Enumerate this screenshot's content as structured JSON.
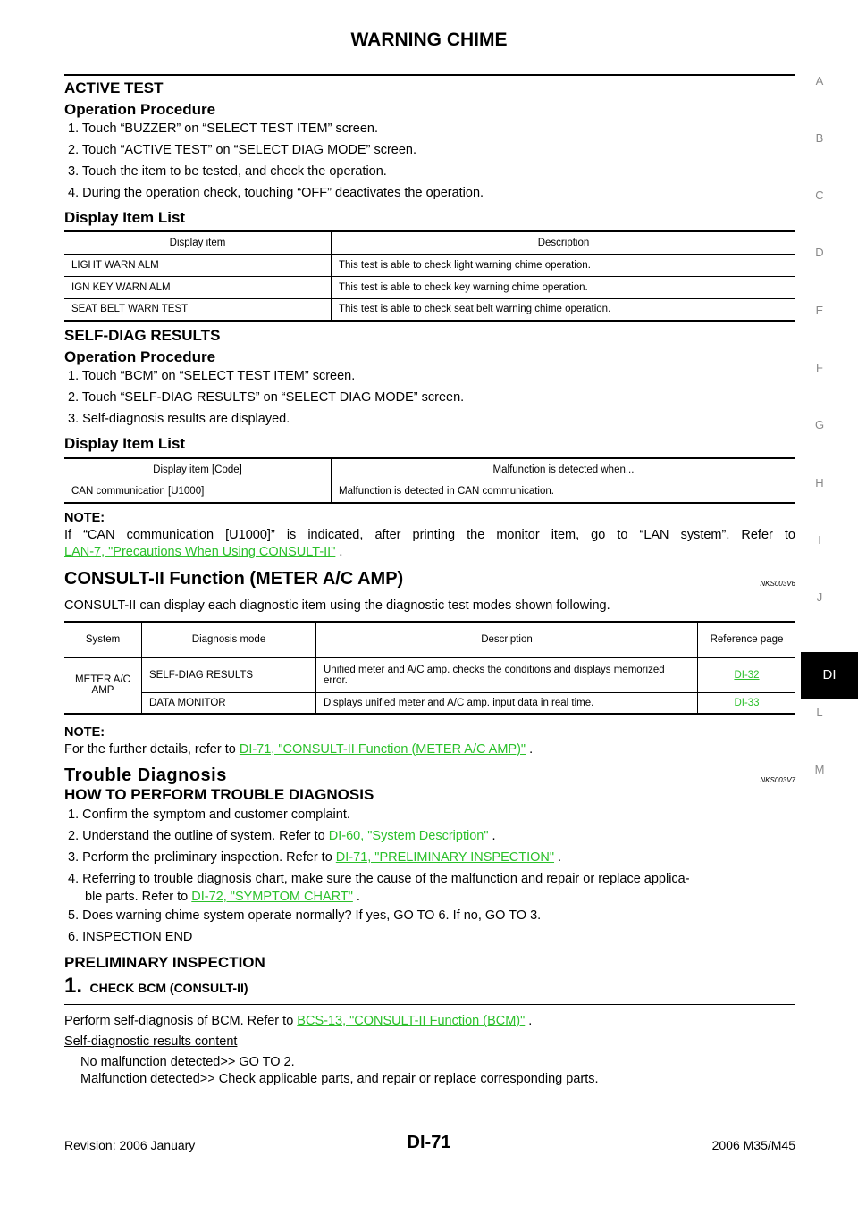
{
  "header": {
    "title": "WARNING CHIME"
  },
  "side_index": [
    "A",
    "B",
    "C",
    "D",
    "E",
    "F",
    "G",
    "H",
    "I",
    "J",
    "DI",
    "L",
    "M"
  ],
  "active_test": {
    "heading": "ACTIVE TEST",
    "proc_heading": "Operation Procedure",
    "steps": [
      "1.  Touch “BUZZER” on “SELECT TEST ITEM” screen.",
      "2.  Touch “ACTIVE  TEST” on “SELECT  DIAG  MODE” screen.",
      "3.  Touch the item to be tested, and check the operation.",
      "4.  During the operation check, touching “OFF” deactivates the operation."
    ],
    "list_heading": "Display Item List",
    "table": {
      "headers": [
        "Display item",
        "Description"
      ],
      "rows": [
        [
          "LIGHT WARN ALM",
          "This test is able to check light warning chime operation."
        ],
        [
          "IGN KEY WARN ALM",
          "This test is able to check key warning chime operation."
        ],
        [
          "SEAT BELT WARN TEST",
          "This test is able to check seat belt warning chime operation."
        ]
      ]
    }
  },
  "self_diag": {
    "heading": "SELF-DIAG RESULTS",
    "proc_heading": "Operation Procedure",
    "steps": [
      "1.  Touch “BCM” on “SELECT TEST ITEM” screen.",
      "2.  Touch “SELF-DIAG RESULTS” on “SELECT DIAG MODE” screen.",
      "3.  Self-diagnosis results are displayed."
    ],
    "list_heading": "Display Item List",
    "table": {
      "headers": [
        "Display item [Code]",
        "Malfunction is detected when..."
      ],
      "rows": [
        [
          "CAN communication [U1000]",
          "Malfunction is detected in CAN communication."
        ]
      ]
    },
    "note_label": "NOTE:",
    "note_text": "If “CAN communication [U1000]” is indicated, after printing the monitor item, go to “LAN system”. Refer to",
    "note_link": "LAN-7, \"Precautions When Using CONSULT-II\"",
    "note_end": " ."
  },
  "consult": {
    "heading": "CONSULT-II Function (METER A/C AMP)",
    "code": "NKS003V6",
    "intro": "CONSULT-II can display each diagnostic item using the diagnostic test modes shown following.",
    "table": {
      "headers": [
        "System",
        "Diagnosis mode",
        "Description",
        "Reference page"
      ],
      "system": "METER A/C AMP",
      "rows": [
        [
          "SELF-DIAG RESULTS",
          "Unified meter and A/C amp. checks the conditions and displays memorized error.",
          "DI-32"
        ],
        [
          "DATA MONITOR",
          "Displays unified meter and A/C amp. input data in real time.",
          "DI-33"
        ]
      ]
    },
    "note_label": "NOTE:",
    "note_text": "For the further details, refer to ",
    "note_link": "DI-71, \"CONSULT-II Function (METER A/C AMP)\"",
    "note_end": " ."
  },
  "trouble": {
    "heading": "Trouble Diagnosis",
    "code": "NKS003V7",
    "subheading": "HOW TO PERFORM TROUBLE DIAGNOSIS",
    "step1": "1.  Confirm the symptom and customer complaint.",
    "step2": "2.  Understand the outline of system. Refer to ",
    "step2_link": "DI-60, \"System Description\"",
    "step3": "3.  Perform the preliminary inspection. Refer to ",
    "step3_link": "DI-71, \"PRELIMINARY INSPECTION\"",
    "step4a": "4.  Referring to trouble diagnosis chart, make sure the cause of the malfunction and repair or replace applica-",
    "step4b": "ble parts. Refer to ",
    "step4_link": "DI-72, \"SYMPTOM CHART\"",
    "step5": "5.  Does warning chime system operate normally? If yes, GO TO 6. If no, GO TO 3.",
    "step6": "6.  INSPECTION END",
    "end": " ."
  },
  "prelim": {
    "heading": "PRELIMINARY INSPECTION",
    "step_no": "1.",
    "step_title": "CHECK BCM (CONSULT-II)",
    "text": "Perform self-diagnosis of BCM. Refer to ",
    "link": "BCS-13, \"CONSULT-II Function (BCM)\"",
    "end": " .",
    "results_label": "Self-diagnostic results content",
    "result_ok": "No malfunction detected>> GO TO 2.",
    "result_ng": "Malfunction detected>> Check applicable parts, and repair or replace corresponding parts."
  },
  "footer": {
    "page": "DI-71",
    "left": "Revision: 2006 January",
    "right": "2006 M35/M45"
  }
}
